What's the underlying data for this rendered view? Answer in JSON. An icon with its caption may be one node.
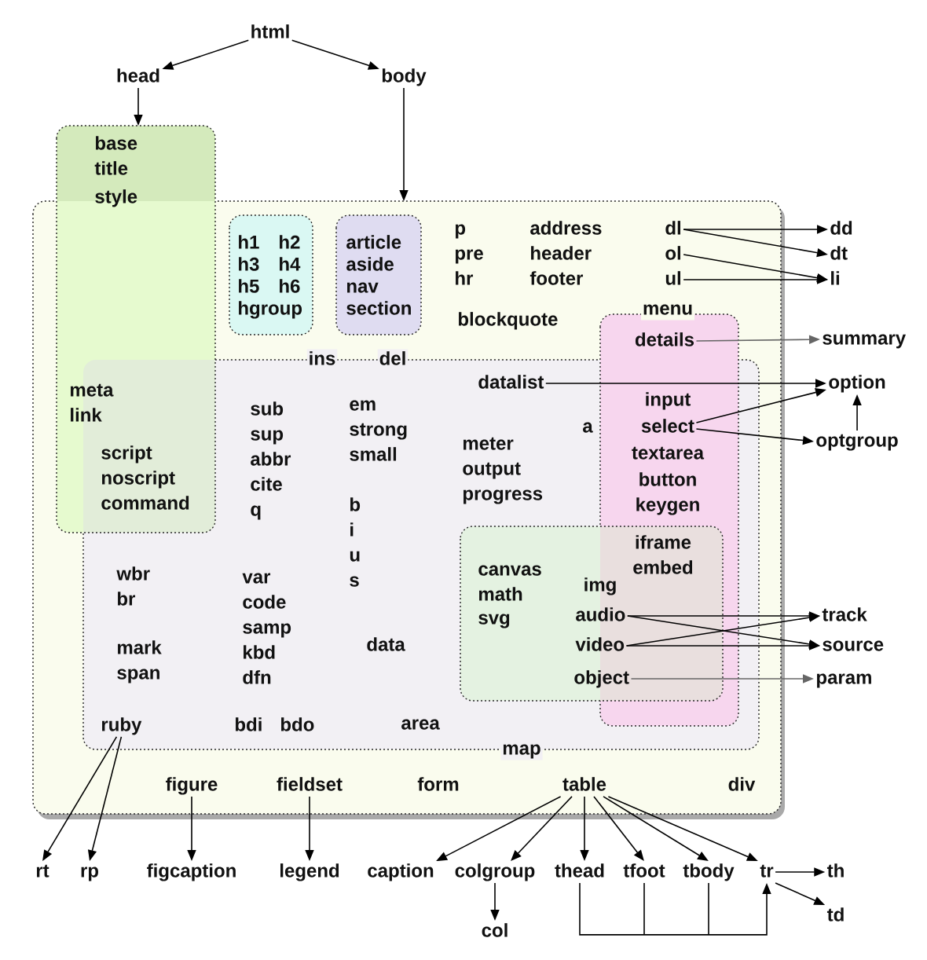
{
  "diagram": {
    "nodes": [
      {
        "text": [
          "html"
        ]
      },
      {
        "text": [
          "head"
        ]
      },
      {
        "text": [
          "body"
        ]
      },
      {
        "text": [
          "base",
          "title",
          "style",
          "meta",
          "link",
          "script",
          "noscript",
          "command"
        ]
      },
      {
        "text": [
          "p",
          "pre",
          "hr",
          "address",
          "header",
          "footer",
          "blockquote",
          "form",
          "div"
        ]
      },
      {
        "text": [
          "h1",
          "h2",
          "h3",
          "h4",
          "h5",
          "h6",
          "hgroup"
        ],
        "in": 4
      },
      {
        "text": [
          "article",
          "aside",
          "nav",
          "section"
        ],
        "in": 4
      },
      {
        "text": [
          "dl"
        ],
        "in": 4
      },
      {
        "text": [
          "dd"
        ]
      },
      {
        "text": [
          "ol"
        ],
        "in": 4
      },
      {
        "text": [
          "dt"
        ]
      },
      {
        "text": [
          "ul"
        ],
        "in": 4
      },
      {
        "text": [
          "li"
        ]
      },
      {
        "text": [
          "menu",
          "input",
          "textarea",
          "button",
          "keygen"
        ],
        "in": 4
      },
      {
        "text": [
          "details"
        ],
        "in": 13
      },
      {
        "text": [
          "summary"
        ]
      },
      {
        "text": [
          "ins",
          "del",
          "sub",
          "sup",
          "abbr",
          "cite",
          "q",
          "em",
          "strong",
          "small",
          "b",
          "i",
          "u",
          "s",
          "meter",
          "output",
          "progress",
          "a",
          "wbr",
          "br",
          "mark",
          "span",
          "var",
          "code",
          "samp",
          "kbd",
          "dfn",
          "data",
          "bdi",
          "bdo",
          "area",
          "map"
        ],
        "in": 4
      },
      {
        "text": [
          "datalist"
        ],
        "in": 16
      },
      {
        "text": [
          "option"
        ]
      },
      {
        "text": [
          "select"
        ],
        "in": 13
      },
      {
        "text": [
          "optgroup"
        ]
      },
      {
        "text": [
          "iframe",
          "embed",
          "canvas",
          "img",
          "math",
          "svg"
        ],
        "in": 16
      },
      {
        "text": [
          "audio"
        ],
        "in": 21
      },
      {
        "text": [
          "track"
        ]
      },
      {
        "text": [
          "video"
        ],
        "in": 21
      },
      {
        "text": [
          "source"
        ]
      },
      {
        "text": [
          "object"
        ],
        "in": 21
      },
      {
        "text": [
          "param"
        ]
      },
      {
        "text": [
          "ruby"
        ],
        "in": 16
      },
      {
        "text": [
          "figure"
        ],
        "in": 4
      },
      {
        "text": [
          "fieldset"
        ],
        "in": 4
      },
      {
        "text": [
          "table"
        ],
        "in": 4
      },
      {
        "text": [
          "rt"
        ]
      },
      {
        "text": [
          "rp"
        ]
      },
      {
        "text": [
          "figcaption"
        ]
      },
      {
        "text": [
          "legend"
        ]
      },
      {
        "text": [
          "caption"
        ]
      },
      {
        "text": [
          "colgroup"
        ]
      },
      {
        "text": [
          "thead"
        ]
      },
      {
        "text": [
          "tfoot"
        ]
      },
      {
        "text": [
          "tbody"
        ]
      },
      {
        "text": [
          "tr"
        ]
      },
      {
        "text": [
          "th"
        ]
      },
      {
        "text": [
          "td"
        ]
      },
      {
        "text": [
          "col"
        ]
      }
    ],
    "edges": [
      {
        "from": 0,
        "to": 1,
        "arrow": "to"
      },
      {
        "from": 0,
        "to": 2,
        "arrow": "to"
      },
      {
        "from": 1,
        "to": 3,
        "arrow": "to"
      },
      {
        "from": 2,
        "to": 4,
        "arrow": "to"
      },
      {
        "from": 7,
        "to": 8,
        "arrow": "to"
      },
      {
        "from": 7,
        "to": 10,
        "arrow": "to"
      },
      {
        "from": 9,
        "to": 12,
        "arrow": "to"
      },
      {
        "from": 11,
        "to": 12,
        "arrow": "to"
      },
      {
        "from": 14,
        "to": 15,
        "arrow": "to",
        "color": "#666666"
      },
      {
        "from": 17,
        "to": 18,
        "arrow": "to"
      },
      {
        "from": 19,
        "to": 18,
        "arrow": "to"
      },
      {
        "from": 19,
        "to": 20,
        "arrow": "to"
      },
      {
        "from": 20,
        "to": 18,
        "arrow": "to"
      },
      {
        "from": 22,
        "to": 23,
        "arrow": "to"
      },
      {
        "from": 22,
        "to": 25,
        "arrow": "to"
      },
      {
        "from": 24,
        "to": 23,
        "arrow": "to"
      },
      {
        "from": 24,
        "to": 25,
        "arrow": "to"
      },
      {
        "from": 26,
        "to": 27,
        "arrow": "to",
        "color": "#666666"
      },
      {
        "from": 28,
        "to": 32,
        "arrow": "to"
      },
      {
        "from": 28,
        "to": 33,
        "arrow": "to"
      },
      {
        "from": 29,
        "to": 34,
        "arrow": "to"
      },
      {
        "from": 30,
        "to": 35,
        "arrow": "to"
      },
      {
        "from": 31,
        "to": 36,
        "arrow": "to"
      },
      {
        "from": 31,
        "to": 37,
        "arrow": "to"
      },
      {
        "from": 31,
        "to": 38,
        "arrow": "to"
      },
      {
        "from": 31,
        "to": 39,
        "arrow": "to"
      },
      {
        "from": 31,
        "to": 40,
        "arrow": "to"
      },
      {
        "from": 31,
        "to": 41,
        "arrow": "to"
      },
      {
        "from": 41,
        "to": 42,
        "arrow": "to"
      },
      {
        "from": 41,
        "to": 43,
        "arrow": "to"
      },
      {
        "from": 37,
        "to": 44,
        "arrow": "to"
      },
      {
        "from": 38,
        "to": 41,
        "arrow": "to"
      },
      {
        "from": 39,
        "to": 41,
        "arrow": "to"
      },
      {
        "from": 40,
        "to": 41,
        "arrow": "to"
      }
    ]
  }
}
